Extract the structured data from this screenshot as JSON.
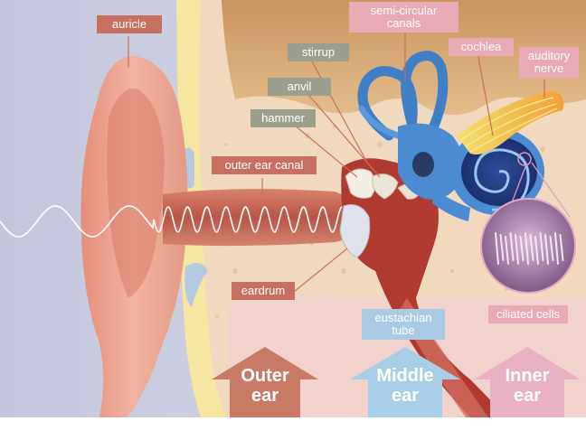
{
  "labels": {
    "auricle": "auricle",
    "semicircular_canals": "semi-circular canals",
    "stirrup": "stirrup",
    "cochlea": "cochlea",
    "auditory_nerve": "auditory nerve",
    "anvil": "anvil",
    "hammer": "hammer",
    "outer_ear_canal": "outer ear canal",
    "eardrum": "eardrum",
    "eustachian_tube": "eustachian tube",
    "ciliated_cells": "ciliated cells"
  },
  "sections": {
    "outer": "Outer ear",
    "middle": "Middle ear",
    "inner": "Inner ear"
  },
  "colors": {
    "label_red": "#c8705f",
    "label_grey": "#9d9f8e",
    "label_pink": "#e9a9b5",
    "label_blue": "#a9cbe3",
    "arrow_outer": "#c87a64",
    "arrow_middle": "#a9cfe8",
    "arrow_inner": "#eab0c4",
    "skin": "#eaa38d",
    "bone": "#f2dcc0",
    "background": "#c8cbe0"
  }
}
